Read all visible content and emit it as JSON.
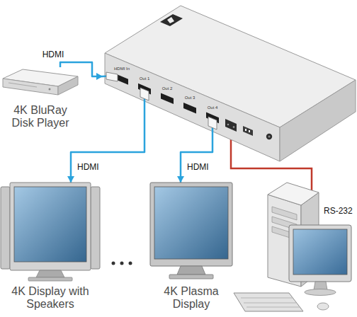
{
  "diagram": {
    "nodes": [
      {
        "text": [
          "4K BluRay Disk Player"
        ]
      },
      {
        "text": [
          "HDMI In",
          "Out 1",
          "Out 2",
          "Out 3",
          "Out 4"
        ]
      },
      {
        "text": [
          "4K Display with Speakers"
        ]
      },
      {
        "text": [
          "4K Plasma Display"
        ]
      }
    ],
    "edges": [
      {
        "from": 0,
        "to": 1,
        "label": "HDMI",
        "arrow": "to"
      },
      {
        "from": 1,
        "to": 2,
        "label": "HDMI",
        "arrow": "to"
      },
      {
        "from": 1,
        "to": 3,
        "label": "HDMI",
        "arrow": "to"
      }
    ],
    "labels": [
      "RS-232"
    ]
  }
}
